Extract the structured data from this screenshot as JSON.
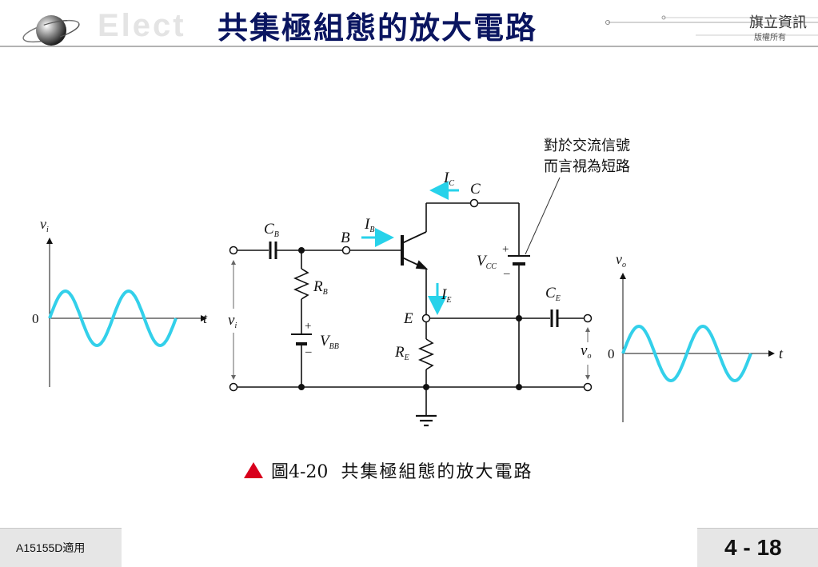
{
  "header": {
    "title": "共集極組態的放大電路",
    "watermark": "Elect",
    "publisher": "旗立資訊",
    "rights": "版權所有"
  },
  "diagram": {
    "note_line1": "對於交流信號",
    "note_line2": "而言視為短路",
    "labels": {
      "cb": "C",
      "cb_sub": "B",
      "rb": "R",
      "rb_sub": "B",
      "vbb": "V",
      "vbb_sub": "BB",
      "b": "B",
      "ib": "I",
      "ib_sub": "B",
      "ic": "I",
      "ic_sub": "C",
      "c": "C",
      "vcc": "V",
      "vcc_sub": "CC",
      "ie": "I",
      "ie_sub": "E",
      "e": "E",
      "re": "R",
      "re_sub": "E",
      "ce": "C",
      "ce_sub": "E",
      "vi": "v",
      "vi_sub": "i",
      "vo": "v",
      "vo_sub": "o",
      "plus": "+",
      "minus": "–"
    },
    "input_graph": {
      "y_label": "v",
      "y_sub": "i",
      "x_label": "t",
      "zero": "0"
    },
    "output_graph": {
      "y_label": "v",
      "y_sub": "o",
      "x_label": "t",
      "zero": "0"
    },
    "colors": {
      "wire": "#111111",
      "arrow": "#27d2ea",
      "wave": "#33d0ea"
    }
  },
  "caption": {
    "figure": "圖4-20",
    "title": "共集極組態的放大電路"
  },
  "footer": {
    "course": "A15155D適用",
    "page": "4 - 18"
  }
}
